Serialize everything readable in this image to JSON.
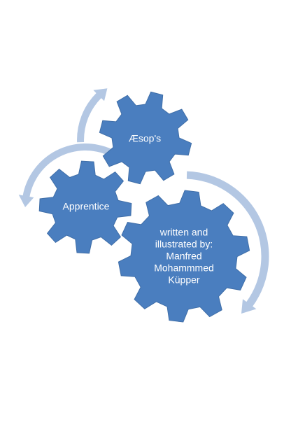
{
  "gears": {
    "top": {
      "label": "Æsop's"
    },
    "left": {
      "label": "Apprentice"
    },
    "big": {
      "lines": [
        "written and",
        "illustrated by:",
        "Manfred",
        "Mohammmed",
        "Küpper"
      ]
    }
  },
  "colors": {
    "gear_fill": "#4a7ebf",
    "gear_stroke": "#3f6ea8",
    "arrow_fill": "#b3c7e3",
    "text": "#ffffff",
    "background": "#ffffff"
  }
}
